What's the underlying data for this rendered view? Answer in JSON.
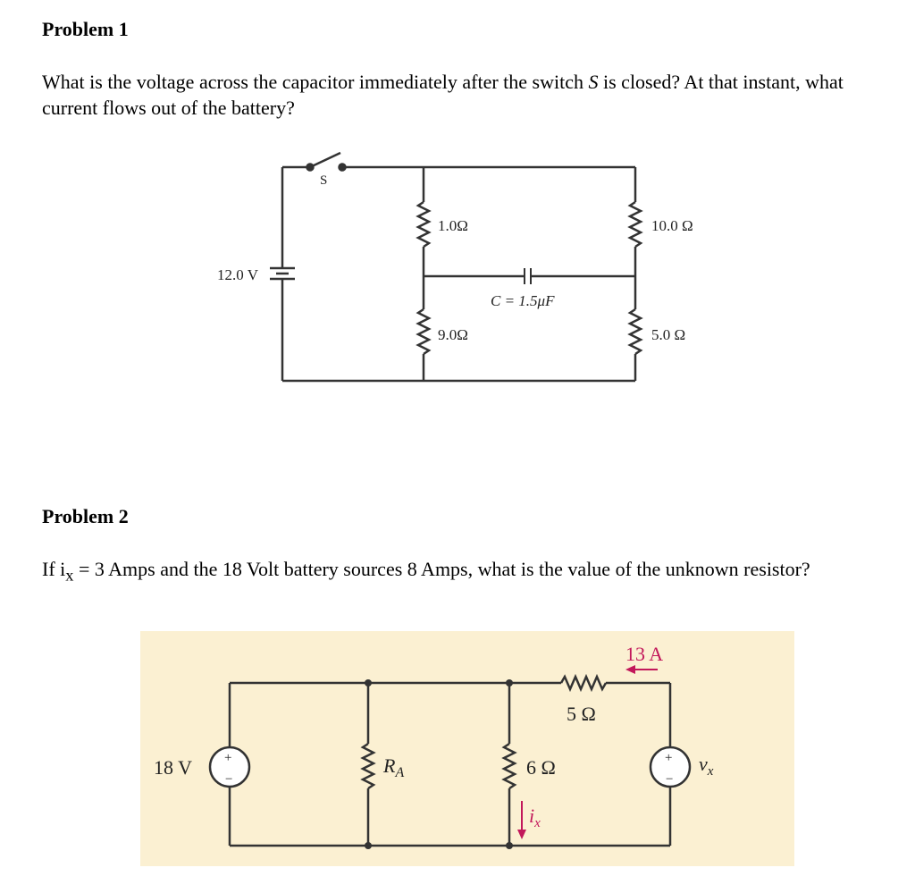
{
  "problem1": {
    "heading": "Problem 1",
    "text_a": "What is the voltage across the capacitor immediately after the switch ",
    "switch_var": "S",
    "text_b": " is closed? At that instant, what current flows out of the battery?",
    "circuit": {
      "switch_label": "S",
      "battery_label": "12.0 V",
      "r1_label": "1.0Ω",
      "r2_label": "10.0 Ω",
      "r3_label": "9.0Ω",
      "r4_label": "5.0 Ω",
      "cap_label": "C = 1.5μF"
    }
  },
  "problem2": {
    "heading": "Problem 2",
    "text_a": "If i",
    "text_sub": "x",
    "text_b": " = 3 Amps and the 18 Volt battery sources 8 Amps, what is the value of the unknown resistor?",
    "circuit": {
      "source_label": "18 V",
      "plus": "+",
      "minus": "−",
      "ra_label": "R",
      "ra_sub": "A",
      "r6_label": "6 Ω",
      "r5_label": "5 Ω",
      "current_label": "13 A",
      "ix_label": "i",
      "ix_sub": "x",
      "vx_label": "v",
      "vx_sub": "x",
      "accent_color": "#c2185b",
      "panel_color": "#fbf0d2"
    }
  }
}
